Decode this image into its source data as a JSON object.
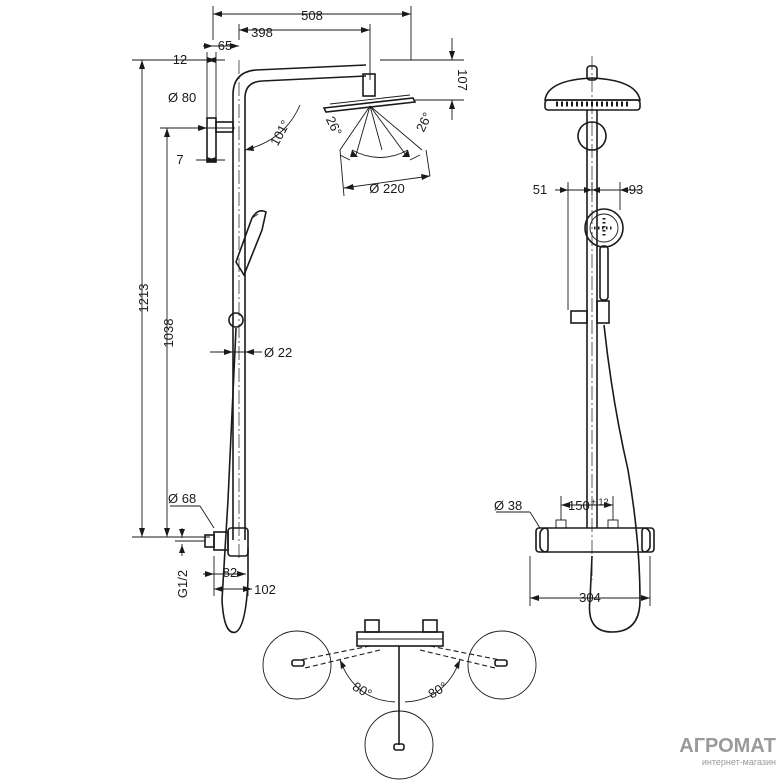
{
  "dimensions": {
    "width_overall": "508",
    "arm_length": "398",
    "offset_65": "65",
    "offset_12": "12",
    "head_height": "107",
    "wall_dia": "Ø 80",
    "wall_gap": "7",
    "arm_angle": "101°",
    "tilt_left": "26°",
    "tilt_right": "26°",
    "head_dia": "Ø 220",
    "height_total": "1213",
    "height_rail": "1038",
    "pipe_dia": "Ø 22",
    "mixer_dia": "Ø 68",
    "thread": "G1/2",
    "depth_82": "82",
    "depth_102": "102",
    "hand_left": "51",
    "hand_right": "93",
    "knob_dia": "Ø 38",
    "centres_base": "150",
    "centres_tol": "± 12",
    "mixer_width": "304",
    "swivel_left": "80°",
    "swivel_right": "80°"
  },
  "watermark": {
    "brand": "АГРОМАТ",
    "tagline": "интернет-магазин"
  }
}
